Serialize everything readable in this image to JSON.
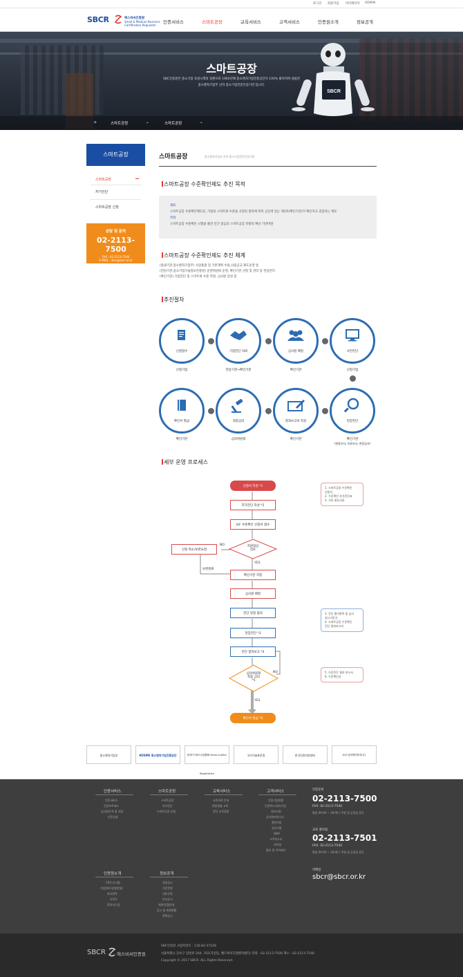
{
  "util": {
    "login": "로그인",
    "join": "회원가입",
    "mypage": "마이페이지",
    "admin": "ADMIN"
  },
  "logo": {
    "text": "SBCR",
    "sub1": "에스비씨인증원",
    "sub2": "Small & Medium Business",
    "sub3": "Certification Requester"
  },
  "nav": [
    "인증서비스",
    "스마트공장",
    "교육서비스",
    "고객서비스",
    "인증원소개",
    "정보공개"
  ],
  "hero": {
    "title": "스마트공장",
    "desc1": "SBC인증원은 중소기업 육성시책의 일환으로 1965년에 중소벤처기업진흥공단이 100% 출자하여 설립한",
    "desc2": "중소벤처기업부 산하 중소기업전문인증기관 입니다.",
    "robot_badge": "SBCR"
  },
  "breadcrumb": {
    "lvl1": "스마트공장",
    "lvl2": "스마트공장"
  },
  "sidebar": {
    "title": "스마트공장",
    "items": [
      "스마트공장",
      "자가진단",
      "스마트공장 신청"
    ],
    "contact_title": "상담 및 문의",
    "contact_phone": "02-2113-7500",
    "contact_fax": "FAX : 02-2113-7540",
    "contact_email": "E-MAIL : sbcr@sbcr.or.kr"
  },
  "main": {
    "title": "스마트공장",
    "subtitle": "중소벤처기업부 산하 중소기업전문인증기관",
    "sec1": "스마트공장 수준확인제도 추진 목적",
    "box_h1": "개요",
    "box_t1": "스마트공장 수준확인제도란, 기업의 스마트화 수준을 규정된 절차에 따라 공신력 있는 제3자(확인기관)가 확인하고 검증하는 제도",
    "box_h2": "목적",
    "box_t2": "스마트공장 수준확인 시행을 통한 민간 중심의 스마트공장 자발적 확산 기반마련",
    "sec2": "스마트공장 수준확인제도 추진 체계",
    "sys1": "(총괄기관,중소벤처기업부) 사업총괄 및 기본계획 수립,사업공고,제도운영 등",
    "sys2": "(전담기관,중소기업기술정보진흥원) 운영위원회 운영, 확인기관 선정 및 관리 등 전담관리",
    "sys3": "(확인기관) 기업진단 및 스마트화 수준 측정, 심사원 양성 등",
    "sec3": "추진절차",
    "sec4": "세부 운영 프로세스"
  },
  "steps": [
    {
      "label": "신청접수",
      "sub": "신청기업",
      "icon": "document-icon"
    },
    {
      "label": "기업진단 의뢰",
      "sub": "전담기관→확인기관",
      "icon": "handshake-icon"
    },
    {
      "label": "심사원 배정",
      "sub": "확인기관",
      "icon": "people-icon"
    },
    {
      "label": "사전진단",
      "sub": "신청기업",
      "icon": "monitor-icon"
    },
    {
      "label": "현장진단",
      "sub": "확인기관",
      "sub2": "(현장조사, 자료조사, 현장심사)",
      "icon": "magnifier-icon"
    },
    {
      "label": "결과보고서 작성",
      "sub": "확인기관",
      "icon": "pen-icon"
    },
    {
      "label": "최종심의",
      "sub": "심의위원회",
      "icon": "gavel-icon"
    },
    {
      "label": "확인서 발급",
      "sub": "확인기관",
      "icon": "book-icon"
    }
  ],
  "flow": {
    "b1": "신청서 작성 *1",
    "b2": "자가진단 작성 *2",
    "b3": "S/F 수준확인 신청서 접수",
    "d1a": "지원대상",
    "d1b": "검토",
    "no1": "NO",
    "yes1": "YES",
    "cancel": "신청 취소/보완요청",
    "back": "보완완료",
    "b4": "확인기관 지정",
    "b5": "심사원 배정",
    "b6": "진단 일정 협의",
    "b7": "현장진단 *3",
    "b8": "진단 결과보고 *4",
    "d2a": "심의위원회",
    "d2b": "적용 심의",
    "d2c": "*5",
    "no2": "NO",
    "yes2": "YES",
    "b9": "확인서 발급 *6",
    "note1": [
      "1. 스마트공장 수준확인",
      "    신청서",
      "2. 수준확인 자가진단표",
      "3. 기타 첨부서류"
    ],
    "note2": [
      "3. 진단 평가항목 및 심사",
      "    실시기준서",
      "4. 스마트공장 수준확인",
      "    진단 결과보고서"
    ],
    "note3": [
      "5. 수준진단 결과 보고서",
      "6. 수준확인서"
    ]
  },
  "partners": [
    "중소벤처기업부",
    "KOSME 중소벤처기업진흥공단",
    "한국IT서비스산업협회 Korea Auditor Registration",
    "국가기술표준원",
    "한국인정지원센터",
    "KVS 한국벤처투자(주)"
  ],
  "footer": {
    "cols": [
      {
        "head": "인증서비스",
        "items": [
          "인증서비스",
          "인증프로세스",
          "심사원자격 및 지원",
          "인증신청"
        ]
      },
      {
        "head": "스마트공장",
        "items": [
          "스마트공장",
          "자가진단",
          "스마트공장 신청"
        ]
      },
      {
        "head": "교육서비스",
        "items": [
          "교육과정 안내",
          "현장맞춤 교육",
          "전단 교육일정"
        ]
      },
      {
        "head": "고객서비스",
        "items": [
          "인증기업현황",
          "인증취소/정지기업",
          "정보신청",
          "심사원커뮤니티",
          "열린마당",
          "공지사항",
          "QNA",
          "고객의소리",
          "자료실",
          "불만 및 이의제기"
        ]
      },
      {
        "head": "인증원소개",
        "items": [
          "CEO 인사말",
          "기업정보(경영방침)",
          "회사연혁",
          "조직도",
          "찾아오는길"
        ]
      },
      {
        "head": "정보공개",
        "items": [
          "경영공시",
          "기준운영",
          "내부규정",
          "인사공시",
          "계약/입찰안내",
          "공시 및 회계현황",
          "정책공시"
        ]
      }
    ],
    "contact1_label": "인증문의",
    "contact1_phone": "02-2113-7500",
    "contact1_fax": "FAX. 02-2113-7540",
    "contact1_hours": "평일 09:00 ~ 18:00 / 주말 및 공휴일 휴무",
    "contact2_label": "교육 홍보팀",
    "contact2_phone": "02-2113-7501",
    "contact2_fax": "FAX. 02-2113-7540",
    "contact2_hours": "평일 09:00 ~ 18:00 / 주말 및 공휴일 휴무",
    "email_label": "이메일",
    "email": "sbcr@sbcr.or.kr"
  },
  "bottom": {
    "logo": "SBCR",
    "logo_kr": "에스비씨인증원",
    "l1": "SBC인증원 사업자번호 : 116-82-37228",
    "l2": "서울특별시 강서구 양천로 204, 702(가양동, 웰드에이디엠벤처센터)  전화 : 02-2113-7500  팩스 : 02-2113-7540",
    "l3": "Copyright © 2017 SBCR. ALL Rights Reserved."
  },
  "colors": {
    "brand_blue": "#1a4ea3",
    "accent_red": "#e4372c",
    "orange": "#f08c1b",
    "circle_blue": "#2c6cb3"
  }
}
